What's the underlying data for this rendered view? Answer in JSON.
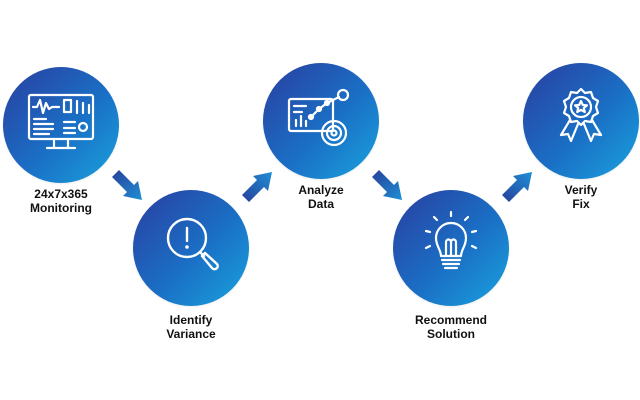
{
  "steps": [
    {
      "id": "monitoring",
      "line1": "24x7x365",
      "line2": "Monitoring",
      "icon": "monitor-dashboard-icon"
    },
    {
      "id": "variance",
      "line1": "Identify",
      "line2": "Variance",
      "icon": "magnifier-alert-icon"
    },
    {
      "id": "analyze",
      "line1": "Analyze",
      "line2": "Data",
      "icon": "analytics-chart-icon"
    },
    {
      "id": "recommend",
      "line1": "Recommend",
      "line2": "Solution",
      "icon": "lightbulb-icon"
    },
    {
      "id": "verify",
      "line1": "Verify",
      "line2": "Fix",
      "icon": "award-ribbon-icon"
    }
  ],
  "colors": {
    "circle_start": "#2a3ea0",
    "circle_mid": "#1a6fc5",
    "circle_end": "#19a3de",
    "arrow_dark": "#27409a",
    "arrow_light": "#1f8fd6",
    "text": "#111111"
  }
}
